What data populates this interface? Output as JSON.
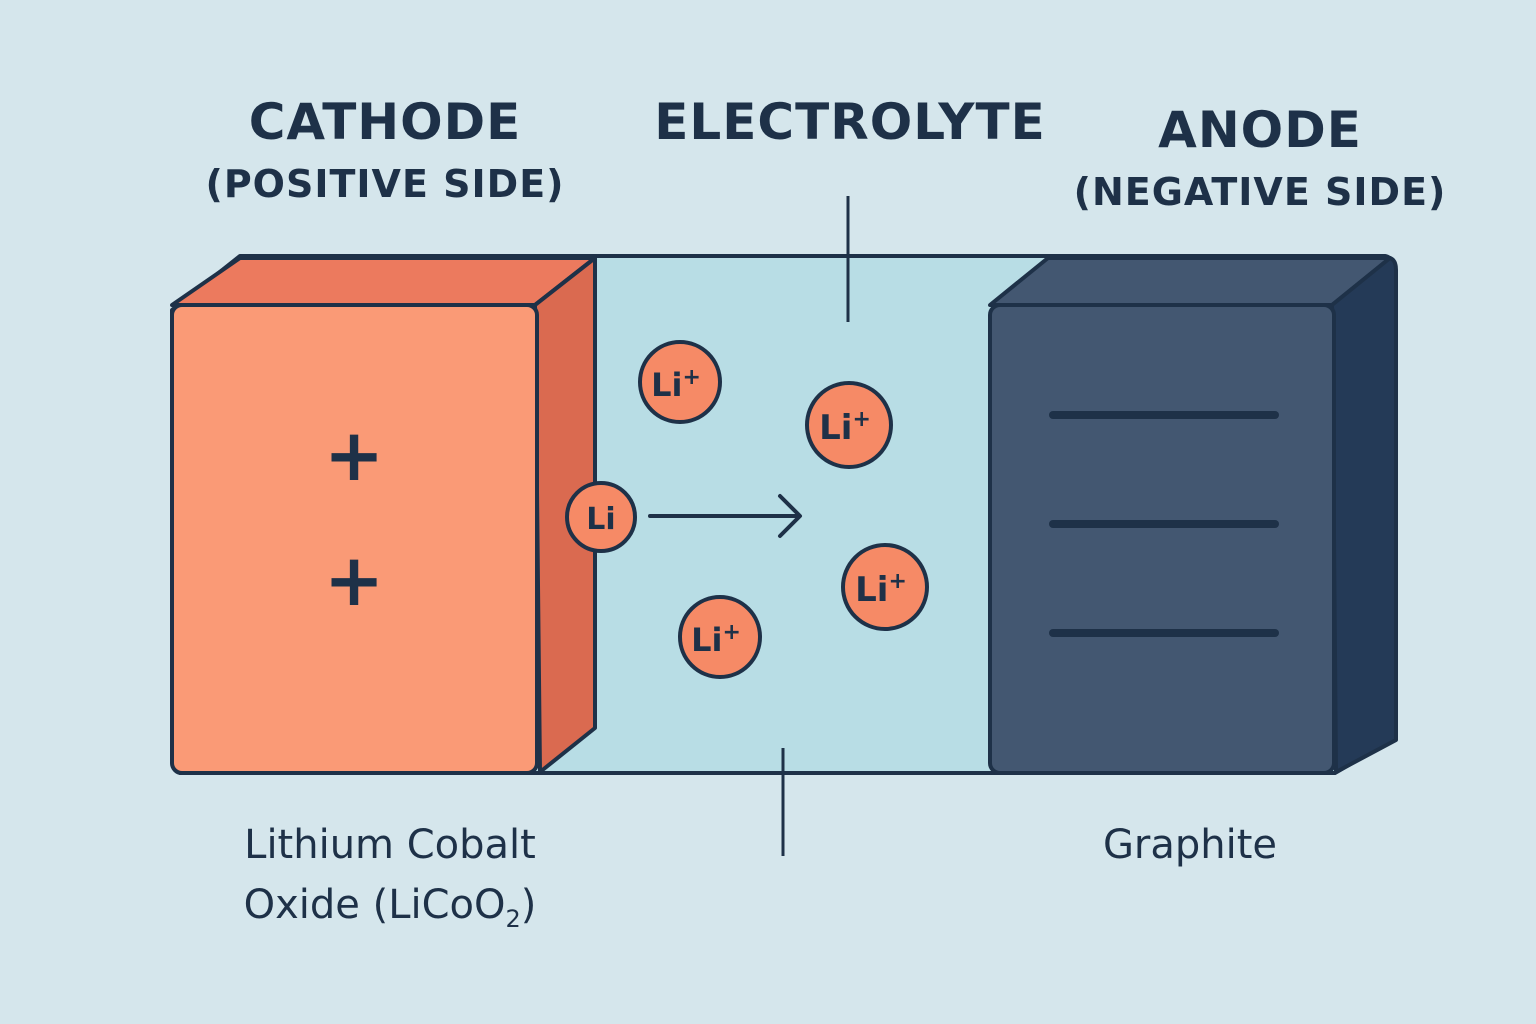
{
  "cathode": {
    "title": "CATHODE",
    "subtitle": "(POSITIVE SIDE)",
    "material_main": "Lithium Cobalt",
    "material_formula_prefix": "Oxide (LiCoO",
    "material_formula_subscript": "2",
    "material_formula_suffix": ")",
    "plus_signs": [
      "+",
      "+"
    ]
  },
  "electrolyte": {
    "title": "ELECTROLYTE"
  },
  "anode": {
    "title": "ANODE",
    "subtitle": "(NEGATIVE SIDE)",
    "material": "Graphite"
  },
  "ions": {
    "lithium_atom_label": "Li",
    "lithium_ion_label": "Li",
    "lithium_ion_charge": "+"
  },
  "colors": {
    "background": "#d5e6ec",
    "cathode_front": "#fa9a76",
    "cathode_top": "#ec7a5e",
    "cathode_side": "#da6a50",
    "electrolyte": "#b8dde5",
    "anode_front": "#435771",
    "anode_top": "#435771",
    "anode_side": "#243a57",
    "outline": "#1e3148",
    "ion_fill": "#f68a66"
  }
}
